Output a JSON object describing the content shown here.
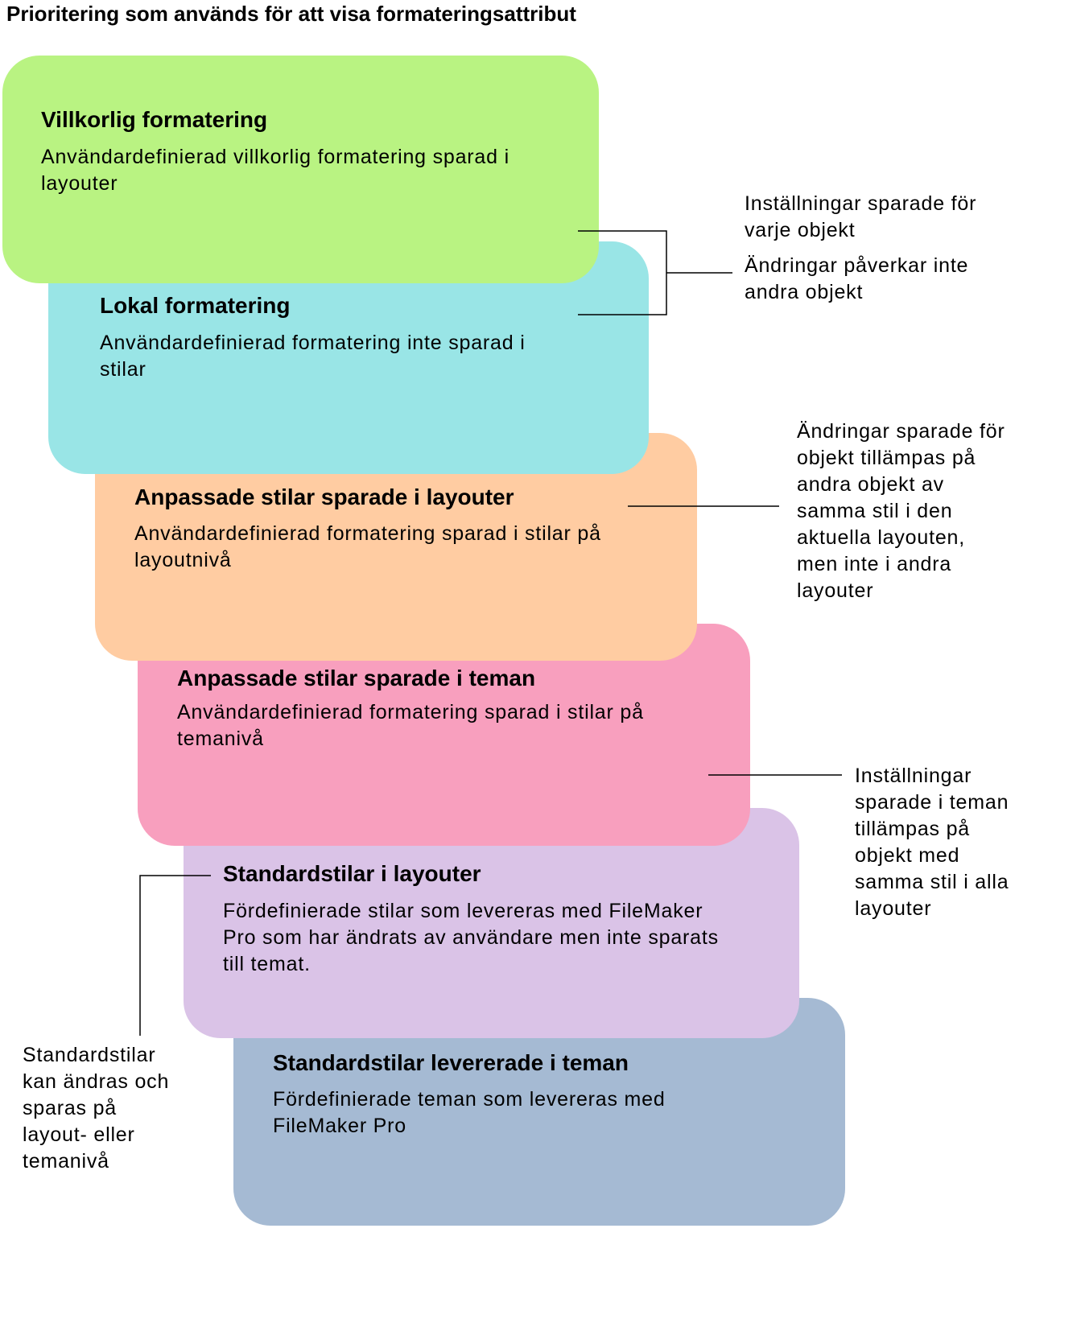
{
  "title": "Prioritering som används för att visa formateringsattribut",
  "layers": [
    {
      "title": "Villkorlig formatering",
      "description": "Användardefinierad villkorlig formatering sparad i\nlayouter",
      "color": "#b9f382"
    },
    {
      "title": "Lokal formatering",
      "description": "Användardefinierad formatering inte sparad i\nstilar",
      "color": "#99e5e6"
    },
    {
      "title": "Anpassade stilar sparade i layouter",
      "description": "Användardefinierad formatering sparad i stilar på\nlayoutnivå",
      "color": "#ffcca2"
    },
    {
      "title": "Anpassade stilar sparade i teman",
      "description": "Användardefinierad formatering sparad i stilar på\ntemanivå",
      "color": "#f89fbe"
    },
    {
      "title": "Standardstilar i layouter",
      "description": "Fördefinierade stilar som levereras med FileMaker\nPro som har ändrats av användare men inte sparats\ntill temat.",
      "color": "#dac3e7"
    },
    {
      "title": "Standardstilar levererade i teman",
      "description": "Fördefinierade teman som levereras med\nFileMaker Pro",
      "color": "#a5bad3"
    }
  ],
  "notes": {
    "object_settings": "Inställningar sparade för\nvarje objekt",
    "no_effect": "Ändringar påverkar inte\nandra objekt",
    "layout_changes": "Ändringar sparade för\nobjekt tillämpas på\nandra objekt av\nsamma stil i den\naktuella layouten,\nmen inte i andra\nlayouter",
    "theme_settings": "Inställningar\nsparade i teman\ntillämpas på\nobjekt med\nsamma stil i alla\nlayouter",
    "default_styles": "Standardstilar\nkan ändras och\nsparas på\nlayout- eller\ntemanivå"
  }
}
